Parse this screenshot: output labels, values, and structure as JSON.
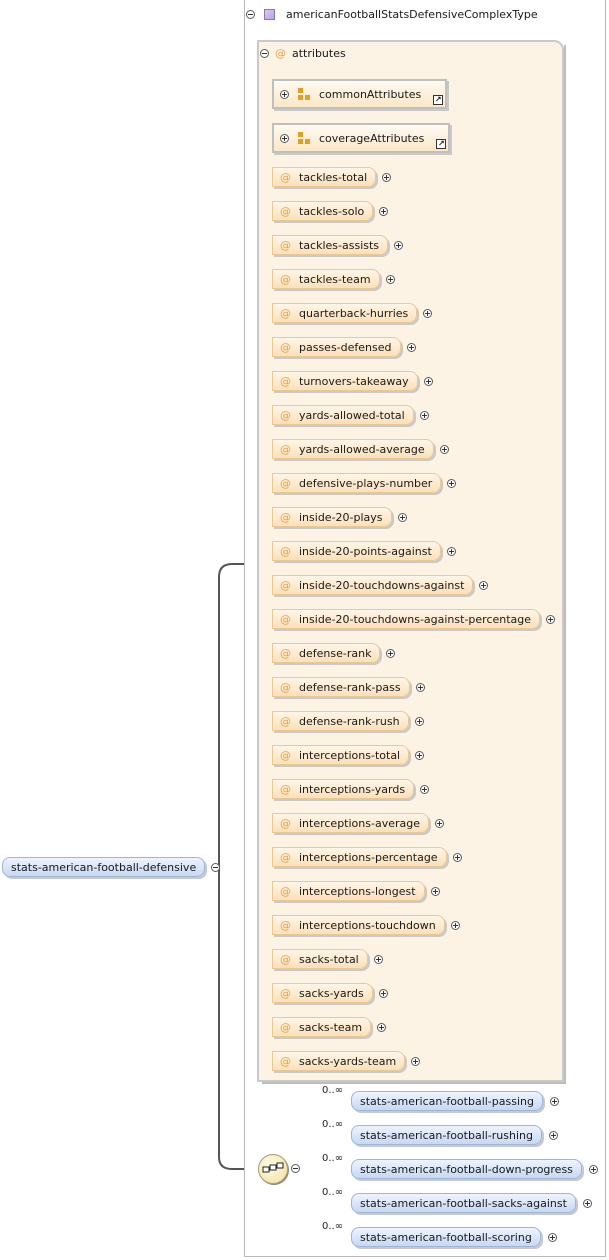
{
  "complex_type": {
    "name": "americanFootballStatsDefensiveComplexType",
    "attributes_label": "attributes",
    "attribute_groups": [
      "commonAttributes",
      "coverageAttributes"
    ],
    "attributes": [
      "tackles-total",
      "tackles-solo",
      "tackles-assists",
      "tackles-team",
      "quarterback-hurries",
      "passes-defensed",
      "turnovers-takeaway",
      "yards-allowed-total",
      "yards-allowed-average",
      "defensive-plays-number",
      "inside-20-plays",
      "inside-20-points-against",
      "inside-20-touchdowns-against",
      "inside-20-touchdowns-against-percentage",
      "defense-rank",
      "defense-rank-pass",
      "defense-rank-rush",
      "interceptions-total",
      "interceptions-yards",
      "interceptions-average",
      "interceptions-percentage",
      "interceptions-longest",
      "interceptions-touchdown",
      "sacks-total",
      "sacks-yards",
      "sacks-team",
      "sacks-yards-team"
    ]
  },
  "root_element": "stats-american-football-defensive",
  "children": [
    {
      "occurrence": "0..∞",
      "name": "stats-american-football-passing"
    },
    {
      "occurrence": "0..∞",
      "name": "stats-american-football-rushing"
    },
    {
      "occurrence": "0..∞",
      "name": "stats-american-football-down-progress"
    },
    {
      "occurrence": "0..∞",
      "name": "stats-american-football-sacks-against"
    },
    {
      "occurrence": "0..∞",
      "name": "stats-american-football-scoring"
    }
  ]
}
